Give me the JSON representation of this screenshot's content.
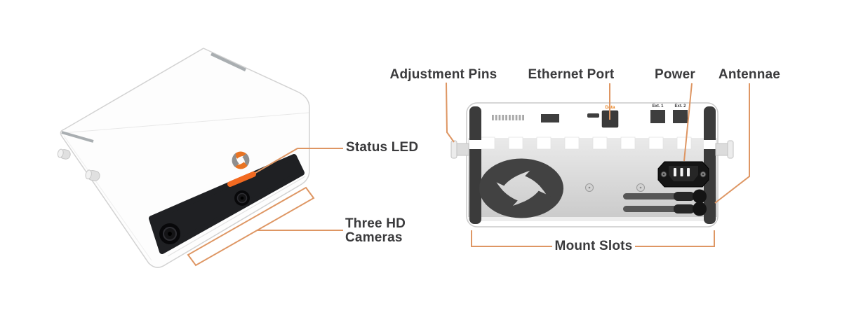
{
  "diagram": {
    "title": "device-hardware-callout-diagram",
    "views": [
      "perspective-front-view",
      "rear-panel-view"
    ],
    "colors": {
      "accent_orange": "#F26A21",
      "leader_line_orange": "#DE9663",
      "label_text": "#3A3A3C",
      "panel_dark": "#3E3E3E",
      "panel_gray": "#D9D9D9",
      "body_white": "#FFFFFF"
    },
    "icons": {
      "brand_logo": "aperture-swirl-icon",
      "fan": "aperture-fan-icon"
    }
  },
  "labels": {
    "status_led": "Status LED",
    "three_hd_cameras": "Three HD Cameras",
    "adjustment_pins": "Adjustment Pins",
    "ethernet_port": "Ethernet Port",
    "power": "Power",
    "antennae": "Antennae",
    "mount_slots": "Mount Slots"
  },
  "port_labels": {
    "data": "Data",
    "ext_1": "Ext. 1",
    "ext_2": "Ext. 2"
  }
}
